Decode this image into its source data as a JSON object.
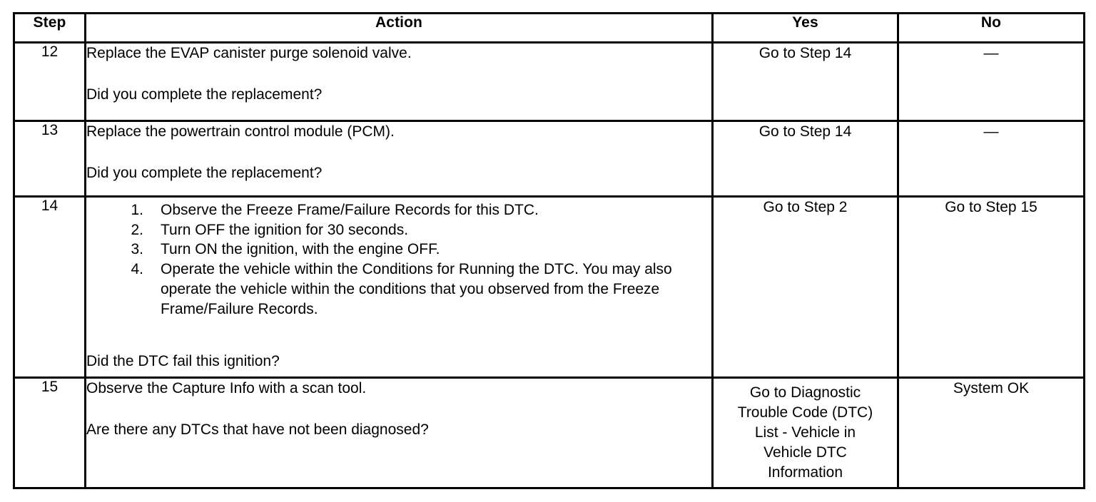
{
  "table": {
    "name": "dtc-diagnostic-procedure-table",
    "columns": [
      {
        "key": "step",
        "label": "Step"
      },
      {
        "key": "action",
        "label": "Action"
      },
      {
        "key": "yes",
        "label": "Yes"
      },
      {
        "key": "no",
        "label": "No"
      }
    ],
    "rows": [
      {
        "step": "12",
        "action_lines": [
          "Replace the EVAP canister purge solenoid valve.",
          "Did you complete the replacement?"
        ],
        "yes": "Go to Step 14",
        "no": "—"
      },
      {
        "step": "13",
        "action_lines": [
          "Replace the powertrain control module (PCM).",
          "Did you complete the replacement?"
        ],
        "yes": "Go to Step 14",
        "no": "—"
      },
      {
        "step": "14",
        "list_items": [
          {
            "num": "1.",
            "text": "Observe the Freeze Frame/Failure Records for this DTC."
          },
          {
            "num": "2.",
            "text": "Turn OFF the ignition for 30 seconds."
          },
          {
            "num": "3.",
            "text": "Turn ON the ignition, with the engine OFF."
          },
          {
            "num": "4.",
            "text": "Operate the vehicle within the Conditions for Running the DTC. You may also operate the vehicle within the conditions that you observed from the Freeze Frame/Failure Records."
          }
        ],
        "question": "Did the DTC fail this ignition?",
        "yes": "Go to Step 2",
        "no": "Go to Step 15"
      },
      {
        "step": "15",
        "action_lines": [
          "Observe the Capture Info with a scan tool.",
          "Are there any DTCs that have not been diagnosed?"
        ],
        "yes_lines": [
          "Go to Diagnostic",
          "Trouble Code (DTC)",
          "List - Vehicle in",
          "Vehicle DTC",
          "Information"
        ],
        "no": "System OK"
      }
    ]
  },
  "colors": {
    "border": "#000000",
    "text": "#000000",
    "background": "#ffffff"
  }
}
